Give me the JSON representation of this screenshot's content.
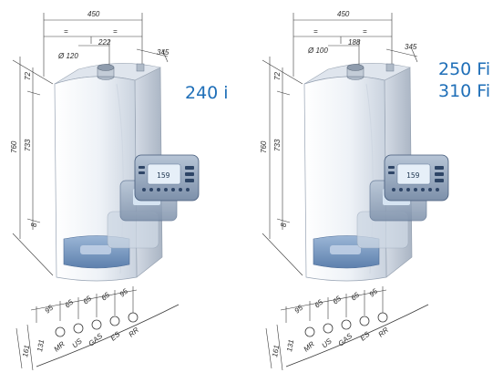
{
  "left_unit": {
    "model_label": "240 i",
    "width_dim": "450",
    "half_left": "=",
    "half_right": "=",
    "flue_diameter": "Ø 120",
    "flue_offset": "222",
    "depth_dim": "345",
    "height_total": "760",
    "height_top": "72",
    "height_body": "733",
    "height_bottom": "8",
    "connection_spacings": [
      "95",
      "65",
      "65",
      "65",
      "95"
    ],
    "depth_161": "161",
    "depth_131": "131",
    "connections": [
      "MR",
      "US",
      "GAS",
      "ES",
      "RR"
    ],
    "display_readout": "159"
  },
  "right_unit": {
    "model_label_1": "250 Fi",
    "model_label_2": "310 Fi",
    "width_dim": "450",
    "half_left": "=",
    "half_right": "=",
    "flue_diameter": "Ø 100",
    "flue_offset": "188",
    "depth_dim": "345",
    "height_total": "760",
    "height_top": "72",
    "height_body": "733",
    "height_bottom": "8",
    "connection_spacings": [
      "95",
      "65",
      "65",
      "65",
      "95"
    ],
    "depth_161": "161",
    "depth_131": "131",
    "connections": [
      "MR",
      "US",
      "GAS",
      "ES",
      "RR"
    ],
    "display_readout": "159"
  },
  "colors": {
    "body": "#eef2f7",
    "body_shade": "#c9d2de",
    "accent_blue": "#1f6fb8",
    "lines": "#3a3a3a"
  }
}
